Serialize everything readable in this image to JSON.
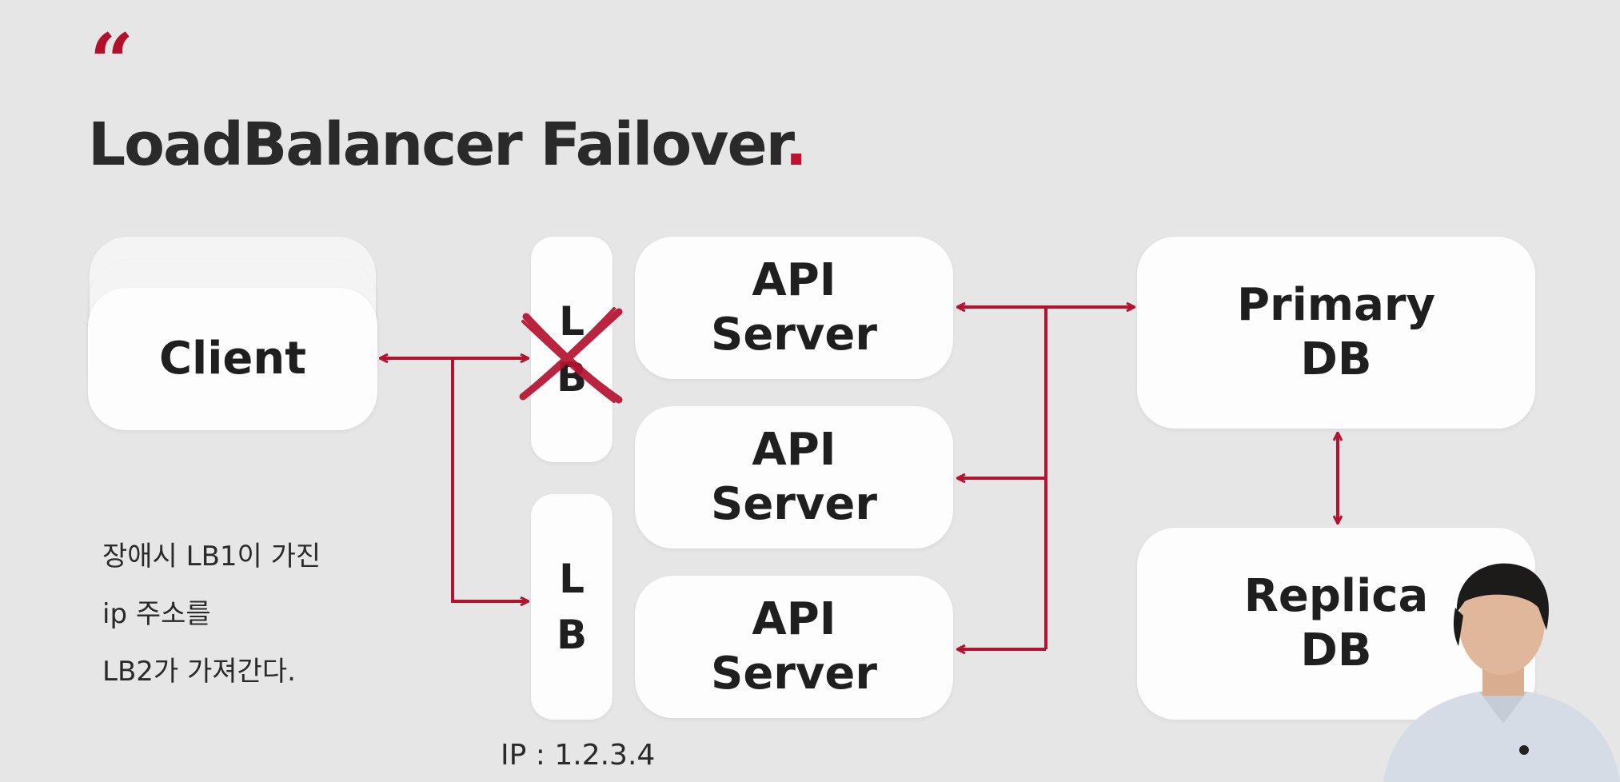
{
  "slide": {
    "quote_mark": "“",
    "title": "LoadBalancer Failover",
    "title_dot": "."
  },
  "nodes": {
    "client": "Client",
    "lb1": "L\nB",
    "lb2": "L\nB",
    "api1": "API\nServer",
    "api2": "API\nServer",
    "api3": "API\nServer",
    "primary_db": "Primary\nDB",
    "replica_db": "Replica\nDB"
  },
  "note_lines": [
    "장애시 LB1이 가진",
    "ip 주소를",
    "LB2가 가져간다."
  ],
  "ip_label": "IP : 1.2.3.4",
  "colors": {
    "accent": "#b5122f",
    "background": "#e6e6e6",
    "box": "#fdfdfd",
    "text": "#1f1f1f"
  }
}
